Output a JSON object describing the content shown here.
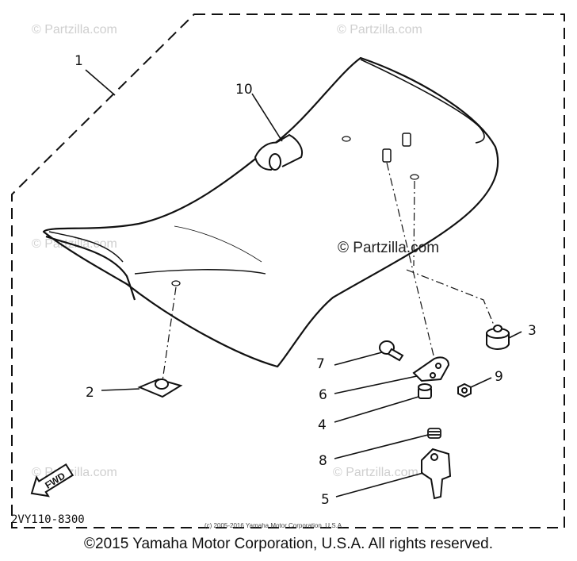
{
  "watermark": {
    "brand": "© Partzilla.com",
    "center": "© Partzilla.com"
  },
  "callouts": [
    "1",
    "2",
    "3",
    "4",
    "5",
    "6",
    "7",
    "8",
    "9",
    "10"
  ],
  "fwd_label": "FWD",
  "part_code": "2VY110-8300",
  "small_copyright": "(c) 2005-2016 Yamaha Motor Corporation, U.S.A.",
  "footer_copyright": "©2015 Yamaha Motor Corporation, U.S.A. All rights reserved."
}
